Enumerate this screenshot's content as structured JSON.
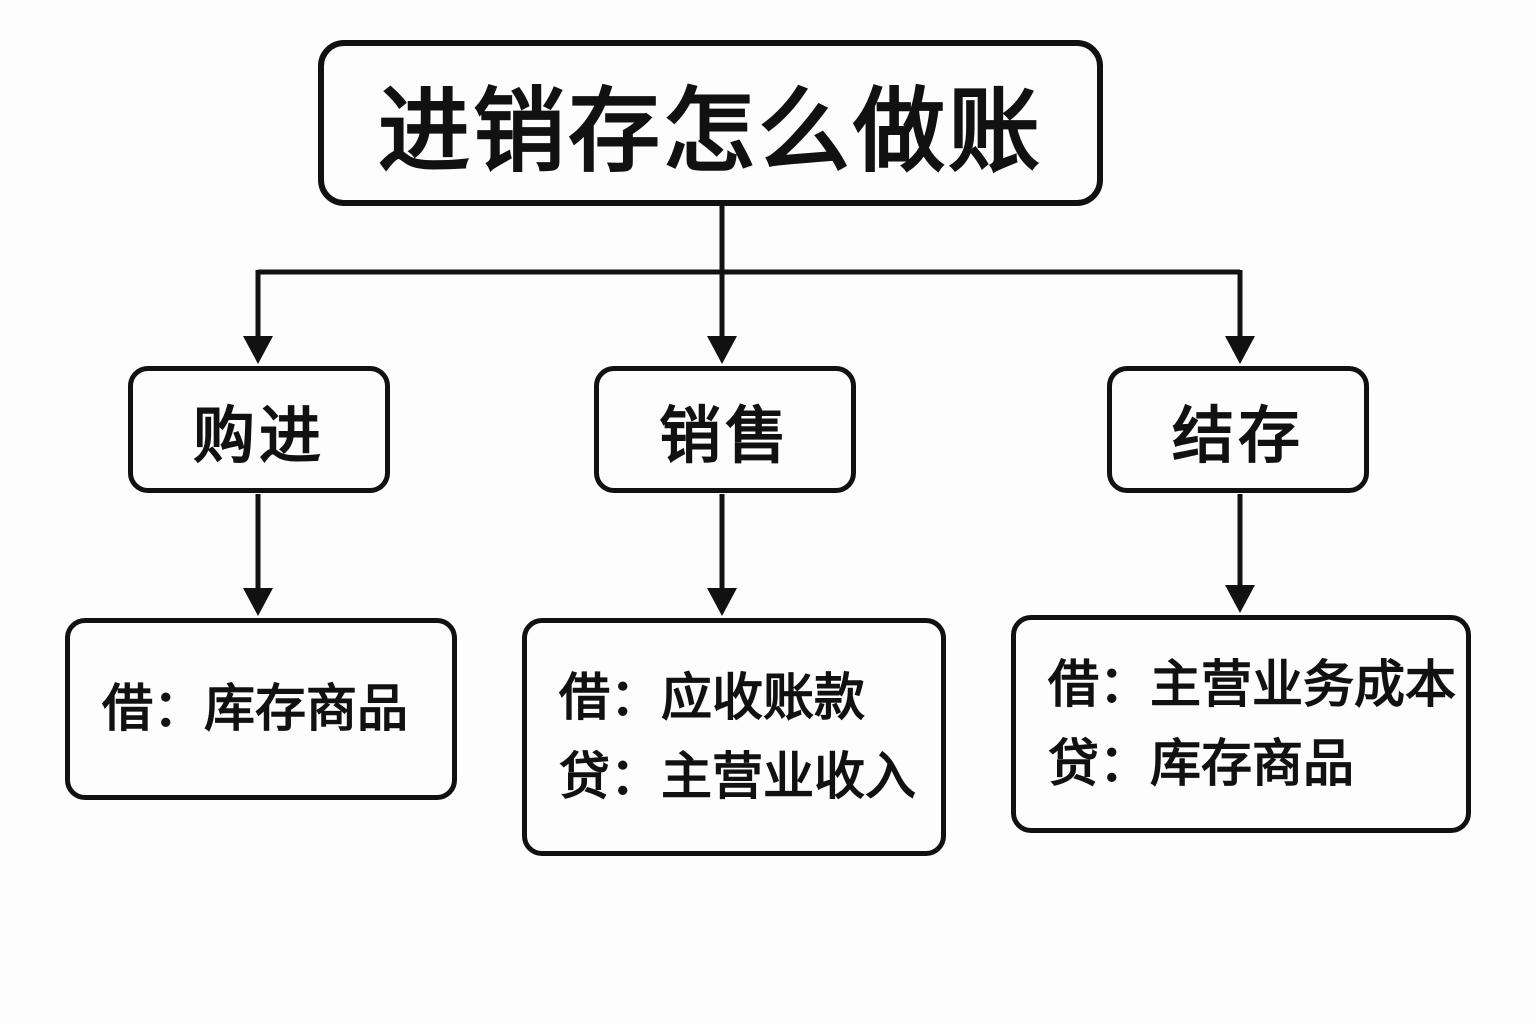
{
  "diagram": {
    "title": "进销存怎么做账",
    "nodes": {
      "purchase": {
        "label": "购进"
      },
      "sales": {
        "label": "销售"
      },
      "balance": {
        "label": "结存"
      },
      "purchase_entry": {
        "line1": "借：库存商品"
      },
      "sales_entry": {
        "line1": "借：应收账款",
        "line2": "贷：主营业收入"
      },
      "balance_entry": {
        "line1": "借：主营业务成本",
        "line2": "贷：库存商品"
      }
    },
    "colors": {
      "stroke": "#111111",
      "background": "#fdfdfd",
      "text": "#111111"
    }
  }
}
